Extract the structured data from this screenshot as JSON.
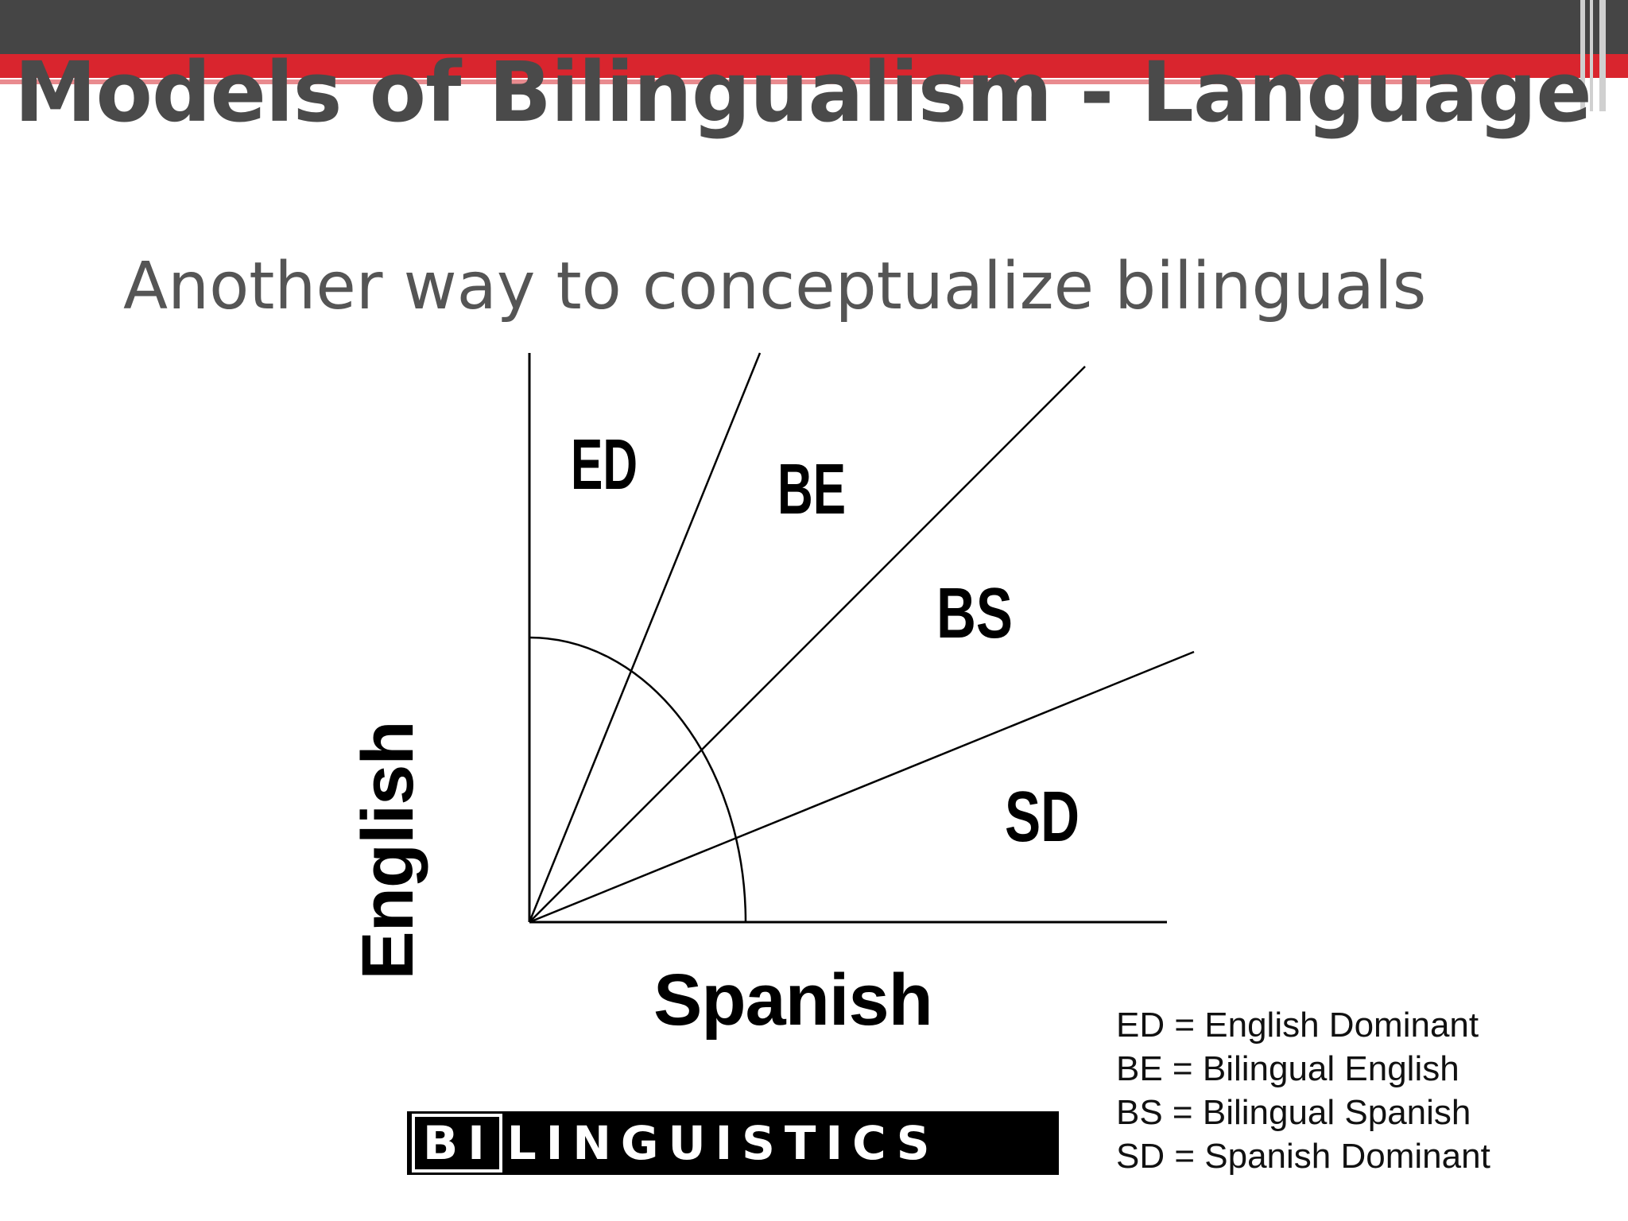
{
  "slide": {
    "title": "Models of Bilingualism - Language",
    "subtitle": "Another way to conceptualize bilinguals"
  },
  "diagram": {
    "x_axis_label": "Spanish",
    "y_axis_label": "English",
    "regions": [
      {
        "id": "ed",
        "label": "ED"
      },
      {
        "id": "be",
        "label": "BE"
      },
      {
        "id": "bs",
        "label": "BS"
      },
      {
        "id": "sd",
        "label": "SD"
      }
    ]
  },
  "legend": [
    "ED = English Dominant",
    "BE = Bilingual English",
    "BS = Bilingual Spanish",
    "SD = Spanish Dominant"
  ],
  "logo": {
    "text_boxed": "BI",
    "text_rest": "LINGUISTICS"
  },
  "colors": {
    "header_dark": "#454545",
    "header_red": "#d9252e",
    "title_gray": "#4a4a4a"
  }
}
